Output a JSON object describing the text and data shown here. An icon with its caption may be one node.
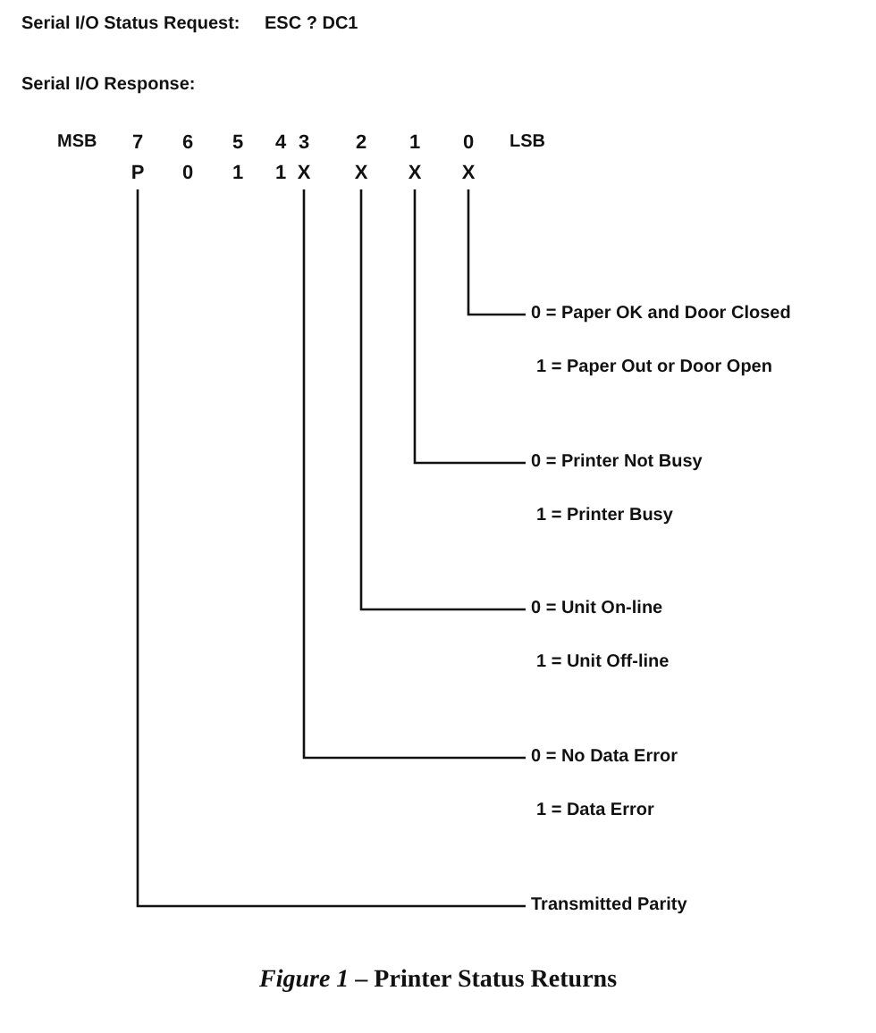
{
  "diagram": {
    "caption": "*Figure 1* – Printer Status Returns",
    "nodes": [
      {
        "text": [
          "P"
        ]
      },
      {
        "text": [
          "0"
        ]
      },
      {
        "text": [
          "1"
        ]
      },
      {
        "text": [
          "1"
        ]
      },
      {
        "text": [
          "X"
        ]
      },
      {
        "text": [
          "X"
        ]
      },
      {
        "text": [
          "X"
        ]
      },
      {
        "text": [
          "X"
        ]
      },
      {
        "text": [
          "0 = Paper OK and Door Closed",
          "1 = Paper Out or Door Open"
        ]
      },
      {
        "text": [
          "0 = Printer Not Busy",
          "1 = Printer Busy"
        ]
      },
      {
        "text": [
          "0 = Unit On-line",
          "1 = Unit Off-line"
        ]
      },
      {
        "text": [
          "0 = No Data Error",
          "1 = Data Error"
        ]
      },
      {
        "text": [
          "Transmitted Parity"
        ]
      }
    ],
    "edges": [
      {
        "from": 7,
        "to": 8,
        "arrow": "none"
      },
      {
        "from": 6,
        "to": 9,
        "arrow": "none"
      },
      {
        "from": 5,
        "to": 10,
        "arrow": "none"
      },
      {
        "from": 4,
        "to": 11,
        "arrow": "none"
      },
      {
        "from": 0,
        "to": 12,
        "arrow": "none"
      }
    ],
    "labels": [
      "Serial I/O Status Request:",
      "ESC ? DC1",
      "Serial I/O Response:",
      "MSB",
      "7",
      "6",
      "5",
      "4",
      "3",
      "2",
      "1",
      "0",
      "LSB"
    ]
  }
}
